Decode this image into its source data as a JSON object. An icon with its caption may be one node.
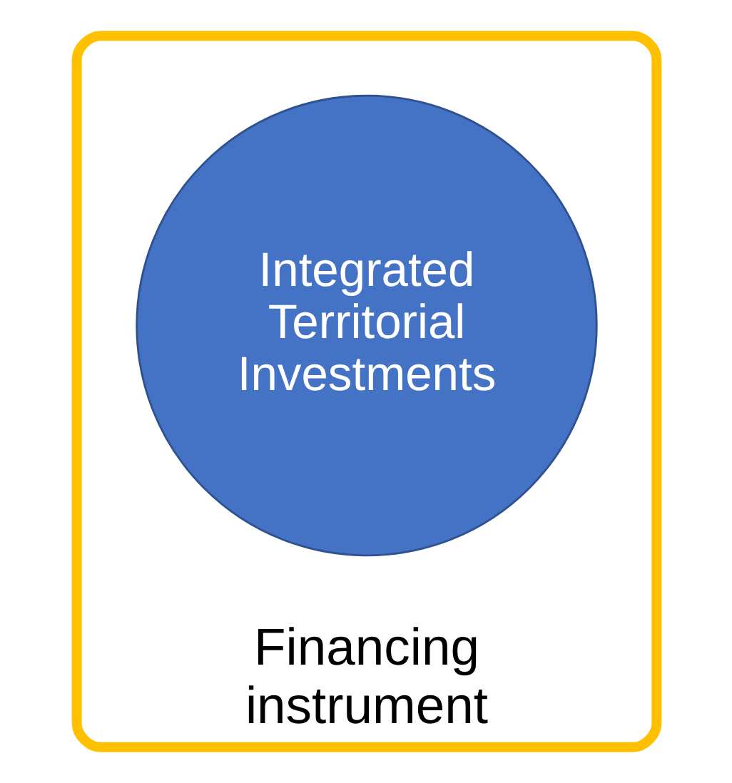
{
  "diagram": {
    "nodes": [
      {
        "text": [
          "Financing instrument"
        ]
      },
      {
        "text": [
          "Integrated Territorial Investments"
        ],
        "in": 0
      }
    ]
  }
}
